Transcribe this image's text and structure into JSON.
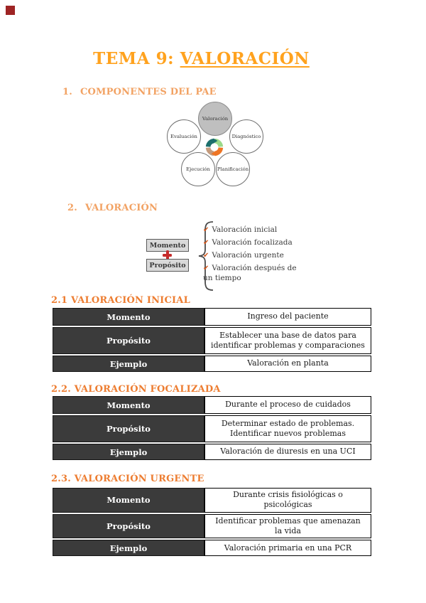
{
  "title": {
    "prefix": "TEMA 9: ",
    "word": "VALORACIÓN"
  },
  "heading_componentes": {
    "number": "1.",
    "text": "COMPONENTES DEL PAE"
  },
  "heading_valoracion": {
    "number": "2.",
    "text": "VALORACIÓN"
  },
  "pae_diagram": {
    "top": "Valoración",
    "left": "Evaluación",
    "right": "Diagnóstico",
    "bottom_left": "Ejecución",
    "bottom_right": "Planificación"
  },
  "momento_diagram": {
    "box_top": "Momento",
    "box_bottom": "Propósito",
    "check_glyph": "✔",
    "items": [
      "Valoración inicial",
      "Valoración focalizada",
      "Valoración urgente",
      "Valoración después de un tiempo"
    ]
  },
  "sections": [
    {
      "heading": "2.1 VALORACIÓN INICIAL",
      "rows": [
        {
          "label": "Momento",
          "value": "Ingreso del paciente"
        },
        {
          "label": "Propósito",
          "value": "Establecer una base de datos para identificar problemas y comparaciones"
        },
        {
          "label": "Ejemplo",
          "value": "Valoración en planta"
        }
      ]
    },
    {
      "heading": "2.2. VALORACIÓN FOCALIZADA",
      "rows": [
        {
          "label": "Momento",
          "value": "Durante el proceso de cuidados"
        },
        {
          "label": "Propósito",
          "value": "Determinar estado de problemas.\nIdentificar nuevos problemas"
        },
        {
          "label": "Ejemplo",
          "value": "Valoración de diuresis en una UCI"
        }
      ]
    },
    {
      "heading": "2.3. VALORACIÓN URGENTE",
      "rows": [
        {
          "label": "Momento",
          "value": "Durante crisis fisiológicas o psicológicas"
        },
        {
          "label": "Propósito",
          "value": "Identificar problemas que amenazan la vida"
        },
        {
          "label": "Ejemplo",
          "value": "Valoración primaria en una PCR"
        }
      ]
    }
  ],
  "colors": {
    "title_orange": "#FFA21E",
    "section_orange": "#F2A263",
    "subsection_orange": "#ED7D31",
    "table_header_bg": "#3B3B3B",
    "check_orange": "#D2571E",
    "plus_red": "#C52B2B",
    "circle_fill_gray": "#BFBFBF",
    "cycle_teal": "#1C6F6C",
    "cycle_green": "#9BD989",
    "cycle_orange": "#EE7524",
    "cycle_tan": "#C49B7D",
    "marker_red": "#9E2424"
  }
}
